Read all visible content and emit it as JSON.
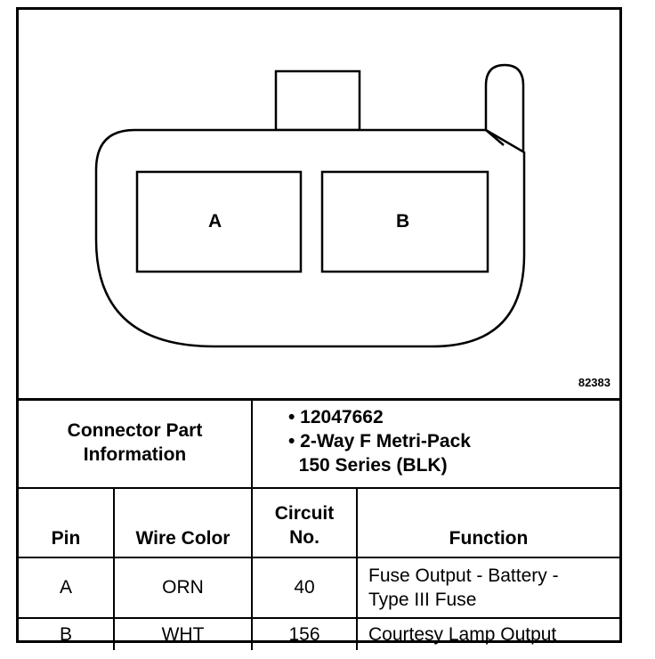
{
  "diagram": {
    "cavity_a_label": "A",
    "cavity_b_label": "B",
    "figure_id": "82383"
  },
  "connector_info": {
    "label_line1": "Connector Part",
    "label_line2": "Information",
    "items": [
      "• 12047662",
      "• 2-Way F Metri-Pack",
      "  150 Series (BLK)"
    ]
  },
  "table": {
    "headers": {
      "pin": "Pin",
      "wire_color": "Wire Color",
      "circuit_line1": "Circuit",
      "circuit_line2": "No.",
      "function": "Function"
    },
    "rows": [
      {
        "pin": "A",
        "wire_color": "ORN",
        "circuit": "40",
        "function_line1": "Fuse Output - Battery -",
        "function_line2": "Type III Fuse"
      },
      {
        "pin": "B",
        "wire_color": "WHT",
        "circuit": "156",
        "function_line1": "Courtesy Lamp Output",
        "function_line2": ""
      }
    ]
  }
}
